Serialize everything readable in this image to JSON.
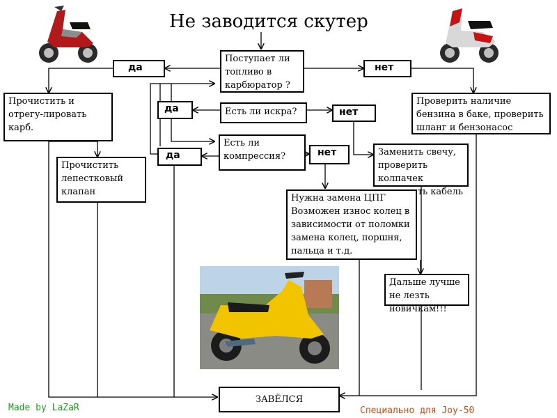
{
  "title": "Не заводится скутер",
  "boxes": {
    "fuel": "Поступает ли топливо в карбюратор ?",
    "spark": "Есть ли искра?",
    "compression": "Есть ли компрессия?",
    "clean_carb": "Прочистить и отрегу-лировать карб.",
    "clean_valve": "Прочистить лепестковый клапан",
    "check_fuel": "Проверить наличие бензина в баке, проверить шланг и бензонасос",
    "replace_plug": "Заменить свечу, проверить колпачек проверить кабель",
    "cylinder": "Нужна замена ЦПГ Возможен износ колец в зависимости от поломки замена колец, поршня, пальца и т.д.",
    "novice": "Дальше лучше не лезть новичкам!!!",
    "started": "ЗАВЁЛСЯ"
  },
  "answers": {
    "yes": "да",
    "no": "нет"
  },
  "footer": {
    "author": "Made by LaZaR",
    "dedication": "Специально для Joy-50"
  },
  "colors": {
    "author": "#1aa01a",
    "dedication": "#d24a12",
    "lines": "#000000"
  },
  "images": {
    "left_scooter": "red-scooter-photo",
    "right_scooter": "red-white-scooter-photo",
    "center_scooter": "yellow-scooter-photo"
  }
}
